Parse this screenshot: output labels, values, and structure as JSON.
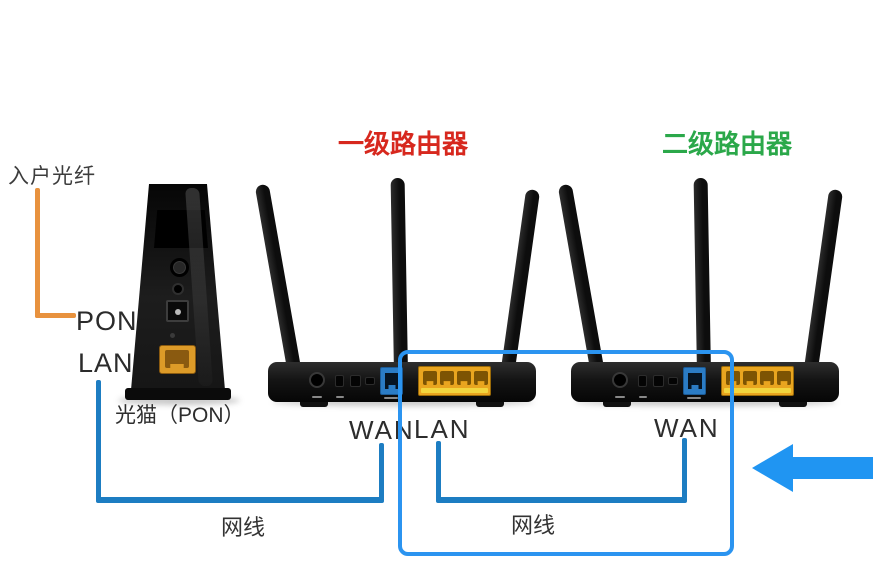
{
  "fiber": {
    "label": "入户光纤"
  },
  "modem": {
    "pon_label": "PON",
    "lan_label": "LAN",
    "caption": "光猫（PON）"
  },
  "router1": {
    "title": "一级路由器",
    "wan_label": "WAN",
    "lan_label": "LAN"
  },
  "router2": {
    "title": "二级路由器",
    "wan_label": "WAN"
  },
  "cables": {
    "cable1_label": "网线",
    "cable2_label": "网线"
  },
  "colors": {
    "router1_title": "#d7281e",
    "router2_title": "#2ba84a",
    "fiber_line": "#e8923e",
    "cable_line": "#1d7dc2",
    "highlight_box": "#2b94f0",
    "arrow": "#2095f2",
    "wan_port": "#2b7cc5",
    "lan_ports": "#e9a51f"
  }
}
